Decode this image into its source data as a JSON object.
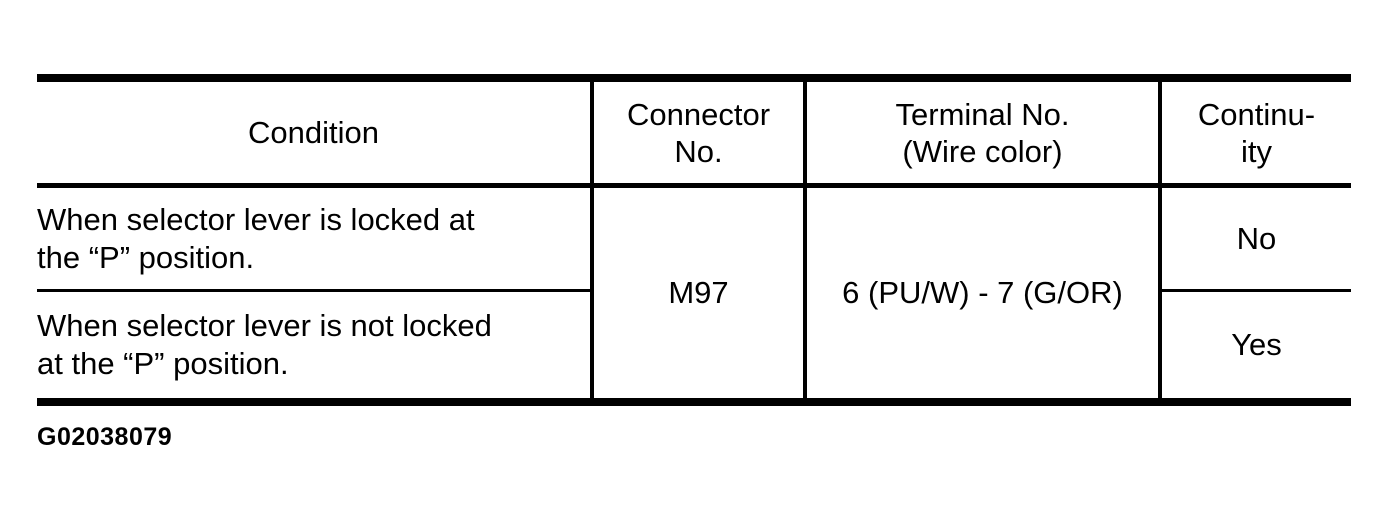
{
  "page": {
    "background_color": "#ffffff",
    "text_color": "#000000"
  },
  "table": {
    "headers": [
      {
        "label": "Condition"
      },
      {
        "label": "Connector\nNo."
      },
      {
        "label": "Terminal No.\n(Wire color)"
      },
      {
        "label": "Continu-\nity"
      }
    ],
    "connector_no": "M97",
    "terminal_no": "6 (PU/W) - 7 (G/OR)",
    "rows": [
      {
        "condition": "When selector lever is locked at\nthe “P” position.",
        "continuity": "No"
      },
      {
        "condition": "When selector lever is not locked\nat the “P” position.",
        "continuity": "Yes"
      }
    ]
  },
  "figure_id": "G02038079"
}
